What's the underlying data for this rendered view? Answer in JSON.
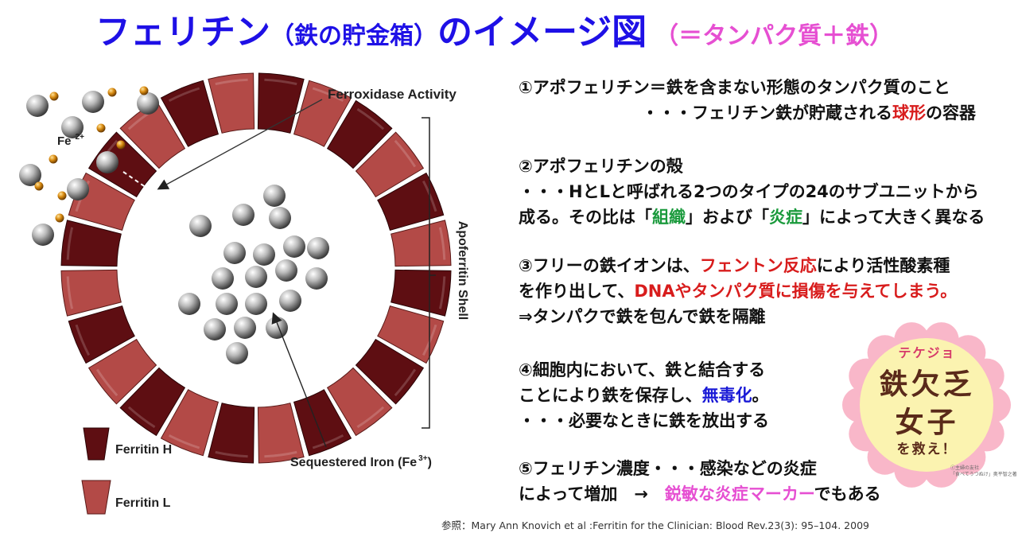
{
  "title": {
    "main1": "フェリチン",
    "paren": "（鉄の貯金箱）",
    "main2": "のイメージ図",
    "sub": "（＝タンパク質＋鉄）"
  },
  "diagram": {
    "fe2_label": "Fe",
    "fe2_sup": "2+",
    "ferroxidase": "Ferroxidase Activity",
    "shell": "Apoferritin Shell",
    "sequestered": "Sequestered Iron (Fe",
    "sequestered_sup": "3+",
    "sequestered_close": ")",
    "legend_h": "Ferritin H",
    "legend_l": "Ferritin L",
    "colors": {
      "h": "#5e0e12",
      "l": "#b34a47",
      "title": "#1e10e6",
      "accent": "#e64fd2"
    }
  },
  "points": {
    "p1": {
      "line1": "①アポフェリチン＝鉄を含まない形態のタンパク質のこと",
      "line2_a": "・・・フェリチン鉄が貯蔵される",
      "line2_red": "球形",
      "line2_b": "の容器"
    },
    "p2": {
      "line1": "②アポフェリチンの殻",
      "line2": "・・・HとLと呼ばれる2つのタイプの24のサブユニットから",
      "line3_a": "成る。その比は「",
      "line3_g1": "組織",
      "line3_b": "」および「",
      "line3_g2": "炎症",
      "line3_c": "」によって大きく異なる"
    },
    "p3": {
      "line1_a": "③フリーの鉄イオンは、",
      "line1_red": "フェントン反応",
      "line1_b": "により活性酸素種",
      "line2_a": "を作り出して、",
      "line2_red": "DNAやタンパク質に損傷を与えてしまう。",
      "line3": "⇒タンパクで鉄を包んで鉄を隔離"
    },
    "p4": {
      "line1": "④細胞内において、鉄と結合する",
      "line2_a": "ことにより鉄を保存し、",
      "line2_blue": "無毒化",
      "line2_b": "。",
      "line3": "・・・必要なときに鉄を放出する"
    },
    "p5": {
      "line1": "⑤フェリチン濃度・・・感染などの炎症",
      "line2_a": "によって増加　→　",
      "line2_pink": "鋭敏な炎症マーカー",
      "line2_b": "でもある"
    }
  },
  "badge": {
    "top": "テケジョ",
    "line1": "鉄欠乏",
    "line2": "女子",
    "bottom": "を救え！",
    "credit1": "ⓒ主婦の友社",
    "credit2": "「食べてうつぬけ」奥平智之著"
  },
  "reference": "参照：Mary Ann Knovich et al :Ferritin for the Clinician: Blood Rev.23(3): 95–104. 2009"
}
